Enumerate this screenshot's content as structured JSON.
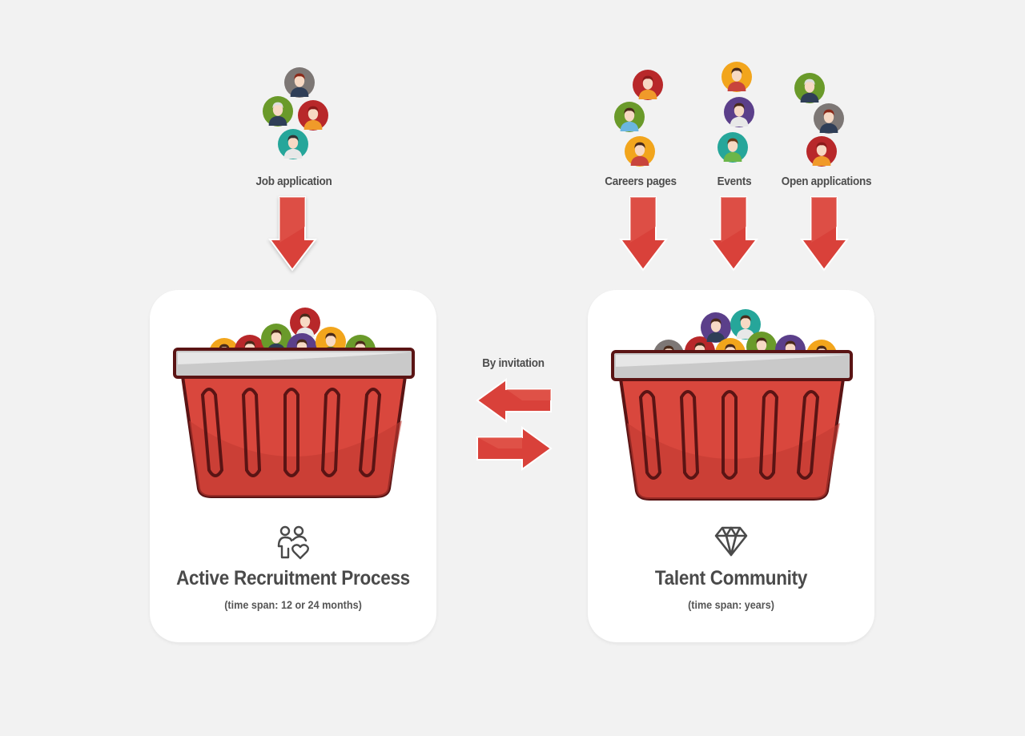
{
  "sources": {
    "job_application": {
      "label": "Job application"
    },
    "careers_pages": {
      "label": "Careers pages"
    },
    "events": {
      "label": "Events"
    },
    "open_applications": {
      "label": "Open applications"
    }
  },
  "exchange": {
    "label": "By invitation"
  },
  "cards": {
    "active": {
      "icon": "people-heart-icon",
      "title": "Active Recruitment Process",
      "subtitle": "(time span: 12 or 24 months)"
    },
    "talent": {
      "icon": "diamond-icon",
      "title": "Talent Community",
      "subtitle": "(time span: years)"
    }
  },
  "colors": {
    "background": "#f2f2f2",
    "card": "#ffffff",
    "arrow_red": "#d9413a",
    "basket_red": "#d9473d",
    "basket_outline": "#5a1414",
    "rim_grey": "#c9c9c9",
    "avatar_orange": "#f2a51c",
    "avatar_green": "#6a9a2a",
    "avatar_red": "#b8282a",
    "avatar_teal": "#26a69a",
    "avatar_purple": "#5b3f8a",
    "avatar_grey": "#7d7775"
  }
}
